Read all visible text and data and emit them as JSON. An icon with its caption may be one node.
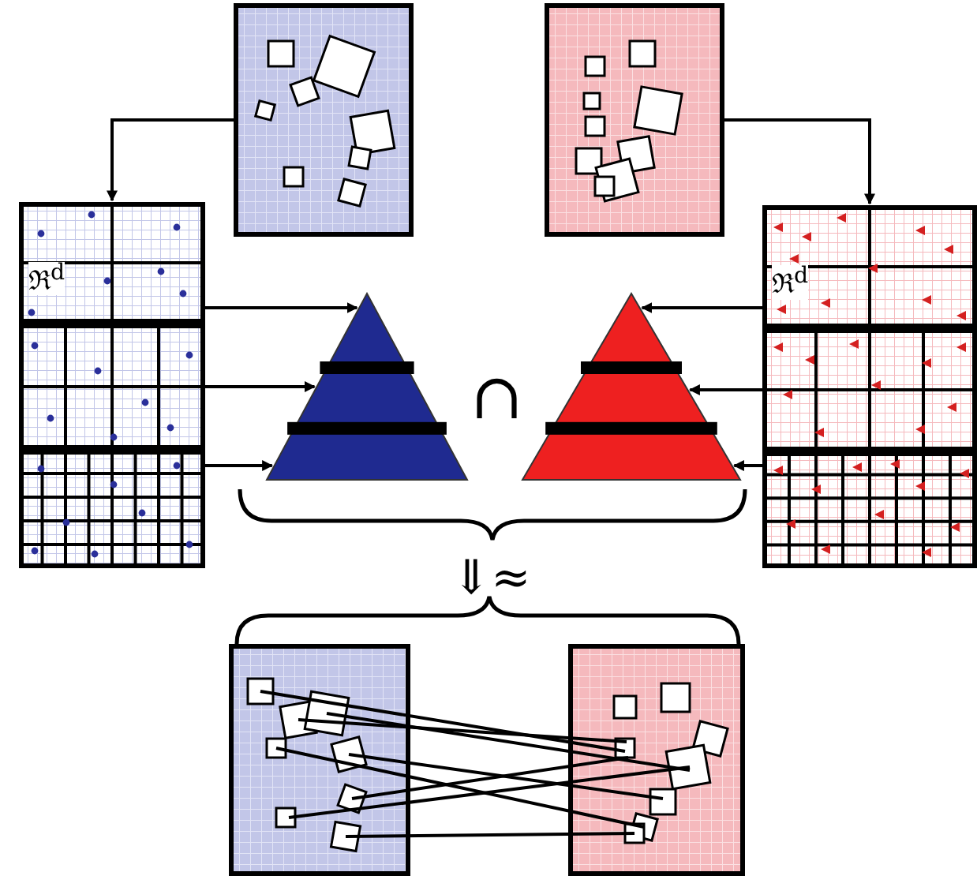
{
  "diagram": {
    "nodes": [
      {
        "text": [],
        "shape": "box"
      },
      {
        "text": [],
        "shape": "box"
      },
      {
        "text": [
          "ℜ$^{d}$"
        ]
      },
      {
        "text": [],
        "shape": "box"
      },
      {
        "text": [],
        "shape": "box"
      },
      {
        "text": [
          "ℜ$^{d}$"
        ]
      },
      {
        "text": [],
        "shape": "box"
      },
      {
        "text": [],
        "shape": "box"
      },
      {
        "text": [],
        "shape": "triangle"
      },
      {
        "text": [],
        "shape": "triangle"
      },
      {
        "text": [],
        "shape": "box"
      },
      {
        "text": [],
        "shape": "box"
      }
    ],
    "edges": [
      {
        "from": 0,
        "to": 2,
        "arrow": "to"
      },
      {
        "from": 1,
        "to": 5,
        "arrow": "to"
      },
      {
        "from": 2,
        "to": 8,
        "arrow": "to"
      },
      {
        "from": 3,
        "to": 8,
        "arrow": "to"
      },
      {
        "from": 4,
        "to": 8,
        "arrow": "to"
      },
      {
        "from": 5,
        "to": 9,
        "arrow": "to"
      },
      {
        "from": 6,
        "to": 9,
        "arrow": "to"
      },
      {
        "from": 7,
        "to": 9,
        "arrow": "to"
      }
    ],
    "labels": [
      "∩",
      "⇓≈"
    ]
  }
}
